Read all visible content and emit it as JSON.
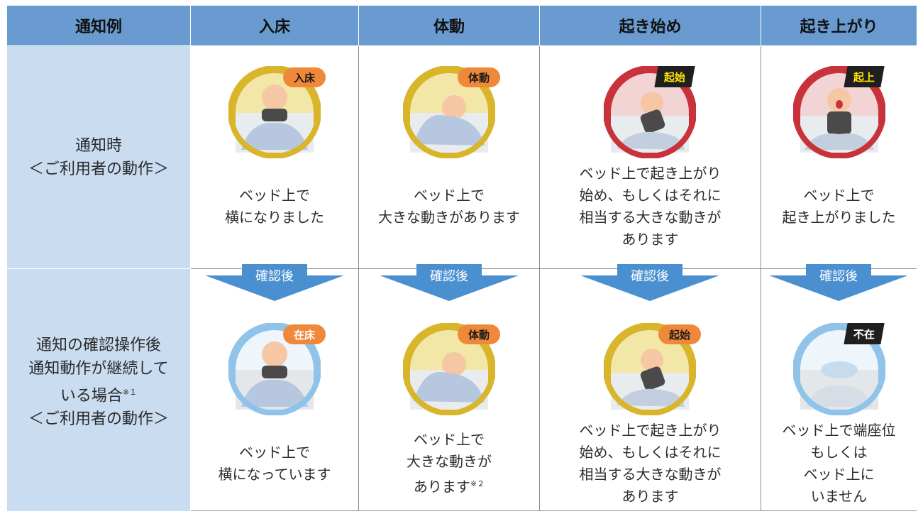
{
  "header": {
    "col0": "通知例",
    "col1": "入床",
    "col2": "体動",
    "col3": "起き始め",
    "col4": "起き上がり"
  },
  "row1": {
    "label_line1": "通知時",
    "label_line2": "＜ご利用者の動作＞",
    "items": [
      {
        "badge": "入床",
        "desc": [
          "ベッド上で",
          "横になりました"
        ]
      },
      {
        "badge": "体動",
        "desc": [
          "ベッド上で",
          "大きな動きがあります"
        ]
      },
      {
        "badge": "起始",
        "desc": [
          "ベッド上で起き上がり",
          "始め、もしくはそれに",
          "相当する大きな動きが",
          "あります"
        ]
      },
      {
        "badge": "起上",
        "desc": [
          "ベッド上で",
          "起き上がりました"
        ]
      }
    ]
  },
  "arrow_label": "確認後",
  "row2": {
    "label_line1": "通知の確認操作後",
    "label_line2": "通知動作が継続して",
    "label_line3": "いる場合",
    "label_note": "※１",
    "label_line4": "＜ご利用者の動作＞",
    "items": [
      {
        "badge": "在床",
        "desc": [
          "ベッド上で",
          "横になっています"
        ]
      },
      {
        "badge": "体動",
        "desc": [
          "ベッド上で",
          "大きな動きが",
          "あります"
        ],
        "note": "※２"
      },
      {
        "badge": "起始",
        "desc": [
          "ベッド上で起き上がり",
          "始め、もしくはそれに",
          "相当する大きな動きが",
          "あります"
        ]
      },
      {
        "badge": "不在",
        "desc": [
          "ベッド上で端座位",
          "もしくは",
          "ベッド上に",
          "いません"
        ]
      }
    ]
  },
  "colors": {
    "header_bg": "#6a9bd0",
    "label_bg": "#c9dcf0",
    "ring_yellow": "#d9b52c",
    "ring_red": "#c8323a",
    "ring_blue": "#8fc3ea",
    "badge_orange": "#f0883a",
    "badge_black": "#1f1f1f",
    "arrow_blue": "#4a90d0"
  },
  "icons": [
    "person-lying-icon",
    "person-moving-icon",
    "person-sitting-up-icon",
    "person-up-icon",
    "empty-bed-icon"
  ]
}
